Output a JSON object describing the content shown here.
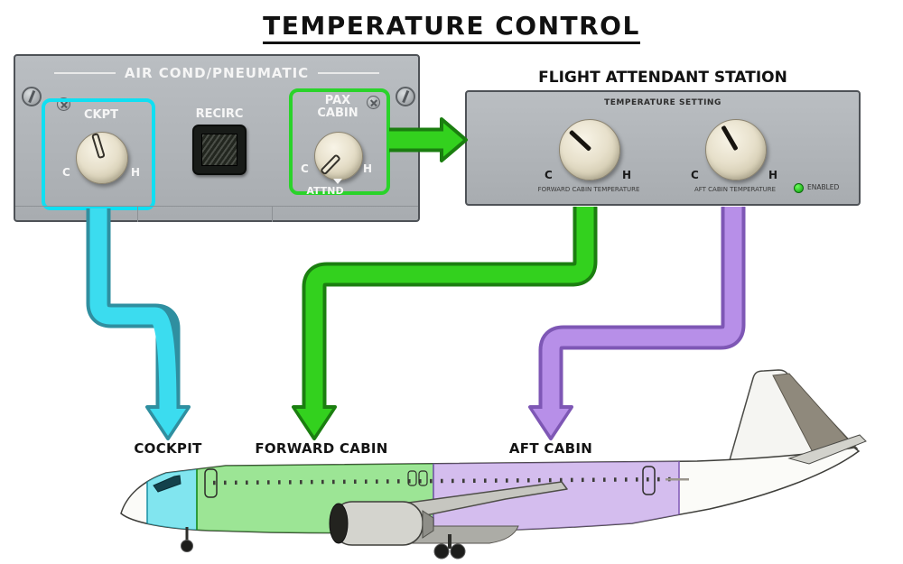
{
  "title": "TEMPERATURE CONTROL",
  "overhead_panel": {
    "header": "AIR COND/PNEUMATIC",
    "ckpt": {
      "label": "CKPT",
      "cold": "C",
      "hot": "H",
      "pointer_deg": 163
    },
    "recirc": {
      "label": "RECIRC"
    },
    "pax_cabin": {
      "line1": "PAX",
      "line2": "CABIN",
      "cold": "C",
      "hot": "H",
      "attnd": "ATTND",
      "pointer_deg": 44
    }
  },
  "fa_station": {
    "title": "FLIGHT ATTENDANT STATION",
    "subtitle": "TEMPERATURE SETTING",
    "forward_knob": {
      "cold": "C",
      "hot": "H",
      "caption": "FORWARD CABIN TEMPERATURE",
      "pointer_deg": 133
    },
    "aft_knob": {
      "cold": "C",
      "hot": "H",
      "caption": "AFT CABIN TEMPERATURE",
      "pointer_deg": 150
    },
    "enabled_label": "ENABLED",
    "led_color": "#2ecc2e"
  },
  "zones": {
    "cockpit": {
      "label": "COCKPIT",
      "color": "#3bdcef"
    },
    "forward_cabin": {
      "label": "FORWARD CABIN",
      "color": "#33d11e"
    },
    "aft_cabin": {
      "label": "AFT CABIN",
      "color": "#b78fe8"
    }
  }
}
